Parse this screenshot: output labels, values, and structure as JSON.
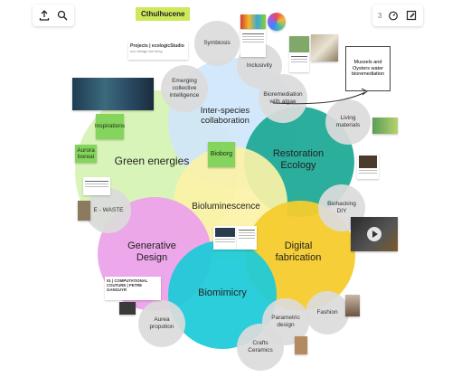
{
  "board_title": "Cthulhucene",
  "toolbar_right": {
    "count": "3"
  },
  "big_circles": {
    "green_energies": "Green energies",
    "inter_species": "Inter-species collaboration",
    "restoration": "Restoration Ecology",
    "bioluminescence": "Bioluminescence",
    "generative": "Generative Design",
    "digital": "Digital fabrication",
    "biomimicry": "Biomimicry"
  },
  "small_circles": {
    "symbiosis": "Symbiosis",
    "inclusivity": "Inclusivity",
    "emerging": "Emerging collective intelligence",
    "bioremediation": "Bioremediation with algae",
    "living_materials": "Living materials",
    "biohacking": "Biohacking DIY",
    "ewaste": "E - WASTE",
    "aurea": "Aurea propotion",
    "parametric": "Parametric design",
    "fashion": "Fashion",
    "crafts": "Crafts Ceramics"
  },
  "stickies": {
    "inspiration": "Inspirations",
    "aurora": "Aurora boreal",
    "bioborg": "Bioborg"
  },
  "notes": {
    "mussels": "Mussels and Oysters water bioremediation",
    "projects_title": "Projects | ecologicStudio",
    "projects_sub": "eco design lab thing",
    "computational": "01 | COMPUTATIONAL COUTURE | PETRE GANGUYR"
  },
  "colors": {
    "green": "#d7f3b5",
    "blue": "#cfe6fb",
    "teal": "#22ab98",
    "yellow": "#fbf2a7",
    "pink": "#eca2ea",
    "gold": "#f6cc2d",
    "cyan": "#1ccad8",
    "grey": "#dcdcdc",
    "sticky": "#84d45d",
    "title_tag": "#cde85a"
  }
}
